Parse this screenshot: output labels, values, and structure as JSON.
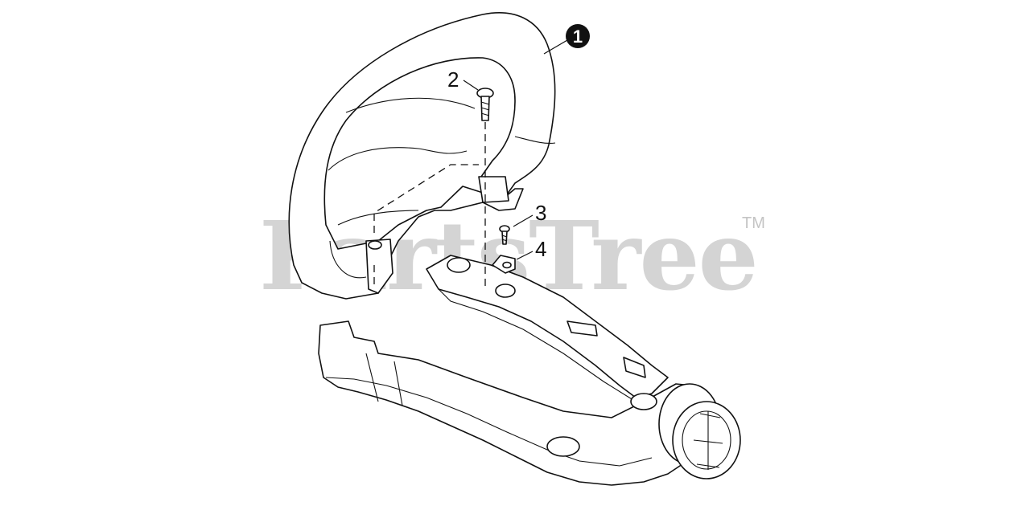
{
  "watermark": {
    "text": "PartsTree",
    "trademark": "TM"
  },
  "callouts": [
    {
      "number": "1",
      "style": "filled-circle"
    },
    {
      "number": "2"
    },
    {
      "number": "3"
    },
    {
      "number": "4"
    }
  ],
  "parts": [
    {
      "icon": "front-handle-icon"
    },
    {
      "icon": "screw-icon"
    },
    {
      "icon": "small-screw-icon"
    },
    {
      "icon": "clip-icon"
    },
    {
      "icon": "handle-frame-icon"
    }
  ]
}
